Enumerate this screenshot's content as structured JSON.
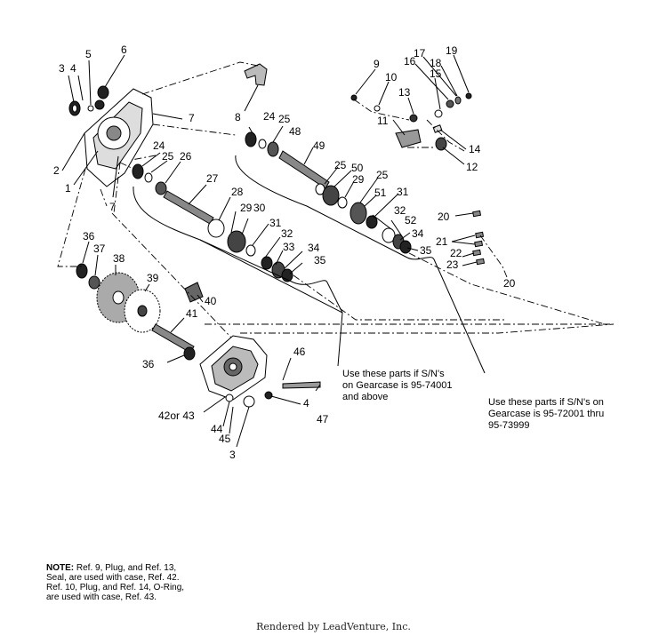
{
  "labels": {
    "l1": "1",
    "l2": "2",
    "l3a": "3",
    "l4a": "4",
    "l5": "5",
    "l6": "6",
    "l7a": "7",
    "l7b": "7",
    "l8": "8",
    "l9": "9",
    "l10": "10",
    "l11": "11",
    "l12": "12",
    "l13": "13",
    "l14": "14",
    "l15": "15",
    "l16": "16",
    "l17": "17",
    "l18": "18",
    "l19": "19",
    "l20a": "20",
    "l20b": "20",
    "l21": "21",
    "l22": "22",
    "l23": "23",
    "l24a": "24",
    "l24b": "24",
    "l25a": "25",
    "l25b": "25",
    "l25c": "25",
    "l25d": "25",
    "l26": "26",
    "l27": "27",
    "l28": "28",
    "l29a": "29",
    "l29b": "29",
    "l30": "30",
    "l31a": "31",
    "l31b": "31",
    "l32a": "32",
    "l32b": "32",
    "l33": "33",
    "l34a": "34",
    "l34b": "34",
    "l35a": "35",
    "l35b": "35",
    "l36a": "36",
    "l36b": "36",
    "l37": "37",
    "l38": "38",
    "l39": "39",
    "l40": "40",
    "l41": "41",
    "l42": "42or 43",
    "l44": "44",
    "l45": "45",
    "l46": "46",
    "l47": "47",
    "l48": "48",
    "l49": "49",
    "l50": "50",
    "l51": "51",
    "l52": "52",
    "l3b": "3",
    "l4b": "4"
  },
  "captions": {
    "a1": "Use these parts if S/N's",
    "a2": "on Gearcase is 95-74001",
    "a3": "and above",
    "b1": "Use these parts if S/N's on",
    "b2": "Gearcase is 95-72001 thru",
    "b3": "95-73999"
  },
  "note": {
    "label": "NOTE:",
    "line1": " Ref. 9, Plug, and Ref. 13,",
    "line2": "Seal, are used with case, Ref. 42.",
    "line3": "Ref. 10, Plug, and Ref. 14, O-Ring,",
    "line4": "are used with case, Ref. 43."
  },
  "footer": "Rendered by LeadVenture, Inc."
}
